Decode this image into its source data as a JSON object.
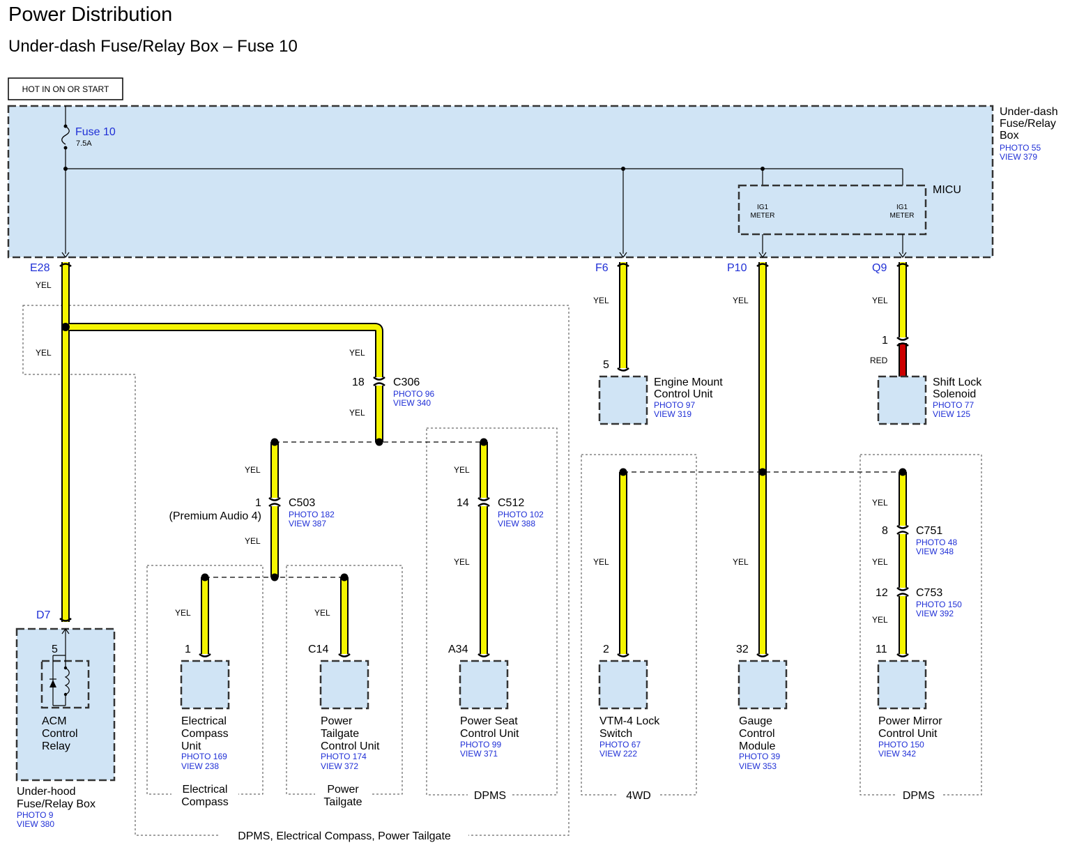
{
  "title": "Power Distribution",
  "subtitle": "Under-dash Fuse/Relay Box – Fuse 10",
  "hot_label": "HOT IN ON OR START",
  "fuse": {
    "name": "Fuse 10",
    "rating": "7.5A"
  },
  "underdash_box": {
    "line1": "Under-dash",
    "line2": "Fuse/Relay",
    "line3": "Box",
    "photo": "PHOTO 55",
    "view": "VIEW 379"
  },
  "micu": {
    "name": "MICU",
    "pin_left": [
      "IG1",
      "METER"
    ],
    "pin_right": [
      "IG1",
      "METER"
    ]
  },
  "terminals": {
    "e28": "E28",
    "f6": "F6",
    "p10": "P10",
    "q9": "Q9",
    "d7": "D7"
  },
  "wire_colors": {
    "yel": "YEL",
    "red": "RED",
    "yellow_hex": "#f5f500",
    "red_hex": "#cc0000",
    "box_fill_hex": "#d0e4f5"
  },
  "connectors": {
    "c306": {
      "name": "C306",
      "pin": "18",
      "photo": "PHOTO 96",
      "view": "VIEW 340"
    },
    "c503": {
      "name": "C503",
      "pin": "1",
      "note": "(Premium Audio 4)",
      "photo": "PHOTO 182",
      "view": "VIEW 387"
    },
    "c512": {
      "name": "C512",
      "pin": "14",
      "photo": "PHOTO 102",
      "view": "VIEW 388"
    },
    "c751": {
      "name": "C751",
      "pin": "8",
      "photo": "PHOTO 48",
      "view": "VIEW 348"
    },
    "c753": {
      "name": "C753",
      "pin": "12",
      "photo": "PHOTO 150",
      "view": "VIEW 392"
    }
  },
  "components": {
    "acm": {
      "pin": "5",
      "line1": "ACM",
      "line2": "Control",
      "line3": "Relay"
    },
    "underhood": {
      "line1": "Under-hood",
      "line2": "Fuse/Relay Box",
      "photo": "PHOTO 9",
      "view": "VIEW 380"
    },
    "compass": {
      "pin": "1",
      "line1": "Electrical",
      "line2": "Compass",
      "line3": "Unit",
      "photo": "PHOTO 169",
      "view": "VIEW 238"
    },
    "tailgate": {
      "pin": "C14",
      "line1": "Power",
      "line2": "Tailgate",
      "line3": "Control Unit",
      "photo": "PHOTO 174",
      "view": "VIEW 372"
    },
    "seat": {
      "pin": "A34",
      "line1": "Power Seat",
      "line2": "Control Unit",
      "photo": "PHOTO 99",
      "view": "VIEW 371"
    },
    "engine_mount": {
      "pin": "5",
      "line1": "Engine Mount",
      "line2": "Control Unit",
      "photo": "PHOTO 97",
      "view": "VIEW 319"
    },
    "shift_lock": {
      "pin": "1",
      "line1": "Shift Lock",
      "line2": "Solenoid",
      "photo": "PHOTO 77",
      "view": "VIEW 125"
    },
    "vtm4": {
      "pin": "2",
      "line1": "VTM-4 Lock",
      "line2": "Switch",
      "photo": "PHOTO 67",
      "view": "VIEW 222"
    },
    "gauge": {
      "pin": "32",
      "line1": "Gauge",
      "line2": "Control",
      "line3": "Module",
      "photo": "PHOTO 39",
      "view": "VIEW 353"
    },
    "mirror": {
      "pin": "11",
      "line1": "Power Mirror",
      "line2": "Control Unit",
      "photo": "PHOTO 150",
      "view": "VIEW 342"
    }
  },
  "options": {
    "compass": [
      "Electrical",
      "Compass"
    ],
    "tailgate": [
      "Power",
      "Tailgate"
    ],
    "dpms": "DPMS",
    "fwd": "4WD",
    "dpms_right": "DPMS",
    "combined": "DPMS, Electrical Compass, Power Tailgate"
  }
}
